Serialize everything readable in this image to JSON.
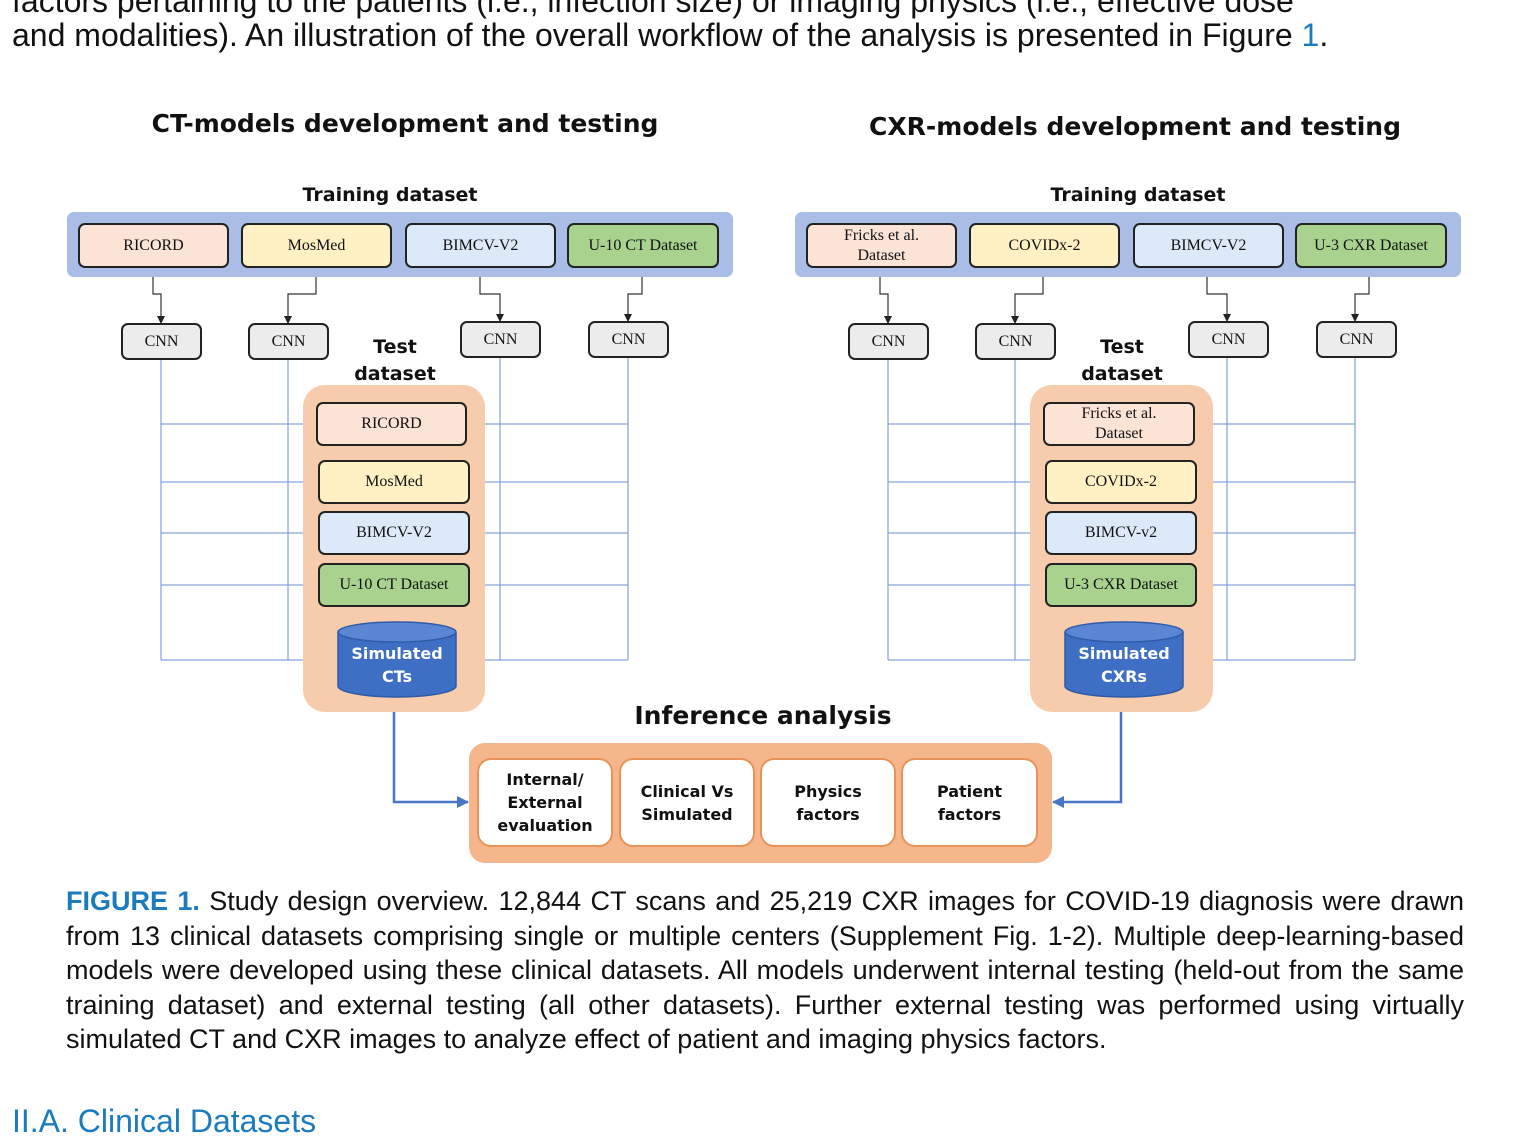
{
  "body_text": {
    "line1": "factors pertaining to the patients (i.e., infection size) or imaging physics (i.e., effective dose",
    "line2_pre": "and modalities). An illustration of the overall workflow of the analysis is presented in Figure ",
    "line2_ref": "1",
    "line2_post": "."
  },
  "figure": {
    "ct": {
      "title": "CT-models development and testing",
      "training_label": "Training dataset",
      "training": [
        "RICORD",
        "MosMed",
        "BIMCV-V2",
        "U-10 CT Dataset"
      ],
      "cnn_label": "CNN",
      "test_label_line1": "Test",
      "test_label_line2": "dataset",
      "test": [
        "RICORD",
        "MosMed",
        "BIMCV-V2",
        "U-10 CT Dataset"
      ],
      "simulated_line1": "Simulated",
      "simulated_line2": "CTs"
    },
    "cxr": {
      "title": "CXR-models development and testing",
      "training_label": "Training dataset",
      "training": [
        "Fricks et al.\nDataset",
        "COVIDx-2",
        "BIMCV-V2",
        "U-3 CXR Dataset"
      ],
      "cnn_label": "CNN",
      "test_label_line1": "Test",
      "test_label_line2": "dataset",
      "test": [
        "Fricks et al.\nDataset",
        "COVIDx-2",
        "BIMCV-v2",
        "U-3 CXR Dataset"
      ],
      "simulated_line1": "Simulated",
      "simulated_line2": "CXRs"
    },
    "inference": {
      "title": "Inference analysis",
      "items": [
        "Internal/\nExternal\nevaluation",
        "Clinical Vs\nSimulated",
        "Physics\nfactors",
        "Patient\nfactors"
      ]
    },
    "colors": {
      "band": "#a9bde6",
      "test_bg": "#f7ccac",
      "inference_bg": "#f6b68b",
      "cylinder": "#3f6fc4",
      "connector": "#4a74c4"
    }
  },
  "caption": {
    "label": "FIGURE 1.",
    "text": " Study design overview. 12,844 CT scans and 25,219 CXR images for COVID-19 diagnosis were drawn from 13 clinical datasets comprising single or multiple centers (Supplement Fig. 1-2). Multiple deep-learning-based models were developed using these clinical datasets. All models underwent internal testing (held-out from the same training dataset) and external testing (all other datasets). Further external testing was performed using virtually simulated CT and CXR images to analyze effect of patient and imaging physics factors."
  },
  "next_section": "II.A. Clinical Datasets"
}
